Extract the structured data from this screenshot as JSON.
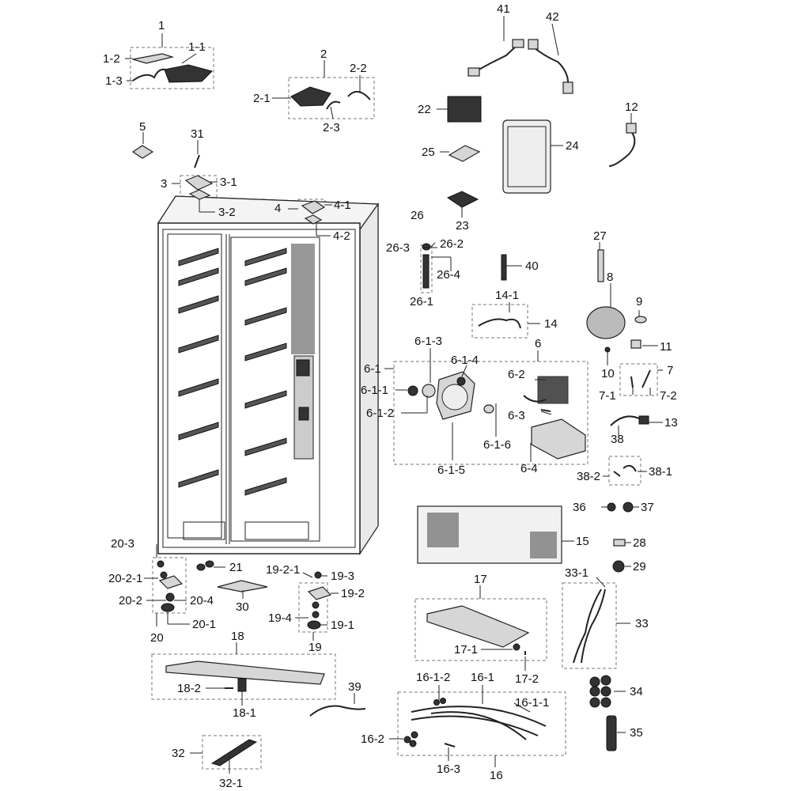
{
  "diagram": {
    "labels": [
      "1",
      "1-1",
      "1-2",
      "1-3",
      "2",
      "2-1",
      "2-2",
      "2-3",
      "3",
      "3-1",
      "3-2",
      "31",
      "4",
      "4-1",
      "4-2",
      "5",
      "6",
      "6-1",
      "6-1-1",
      "6-1-2",
      "6-1-3",
      "6-1-4",
      "6-1-5",
      "6-1-6",
      "6-2",
      "6-3",
      "6-4",
      "7",
      "7-1",
      "7-2",
      "8",
      "9",
      "10",
      "11",
      "12",
      "13",
      "14",
      "14-1",
      "15",
      "16",
      "16-1",
      "16-1-1",
      "16-1-2",
      "16-2",
      "16-3",
      "17",
      "17-1",
      "17-2",
      "18",
      "18-1",
      "18-2",
      "19",
      "19-1",
      "19-2",
      "19-2-1",
      "19-3",
      "19-4",
      "20",
      "20-1",
      "20-2",
      "20-2-1",
      "20-3",
      "20-4",
      "21",
      "22",
      "23",
      "24",
      "25",
      "26",
      "26-1",
      "26-2",
      "26-3",
      "26-4",
      "27",
      "28",
      "29",
      "30",
      "32",
      "32-1",
      "33",
      "33-1",
      "34",
      "35",
      "36",
      "37",
      "38",
      "38-1",
      "38-2",
      "39",
      "40",
      "41",
      "42"
    ]
  }
}
